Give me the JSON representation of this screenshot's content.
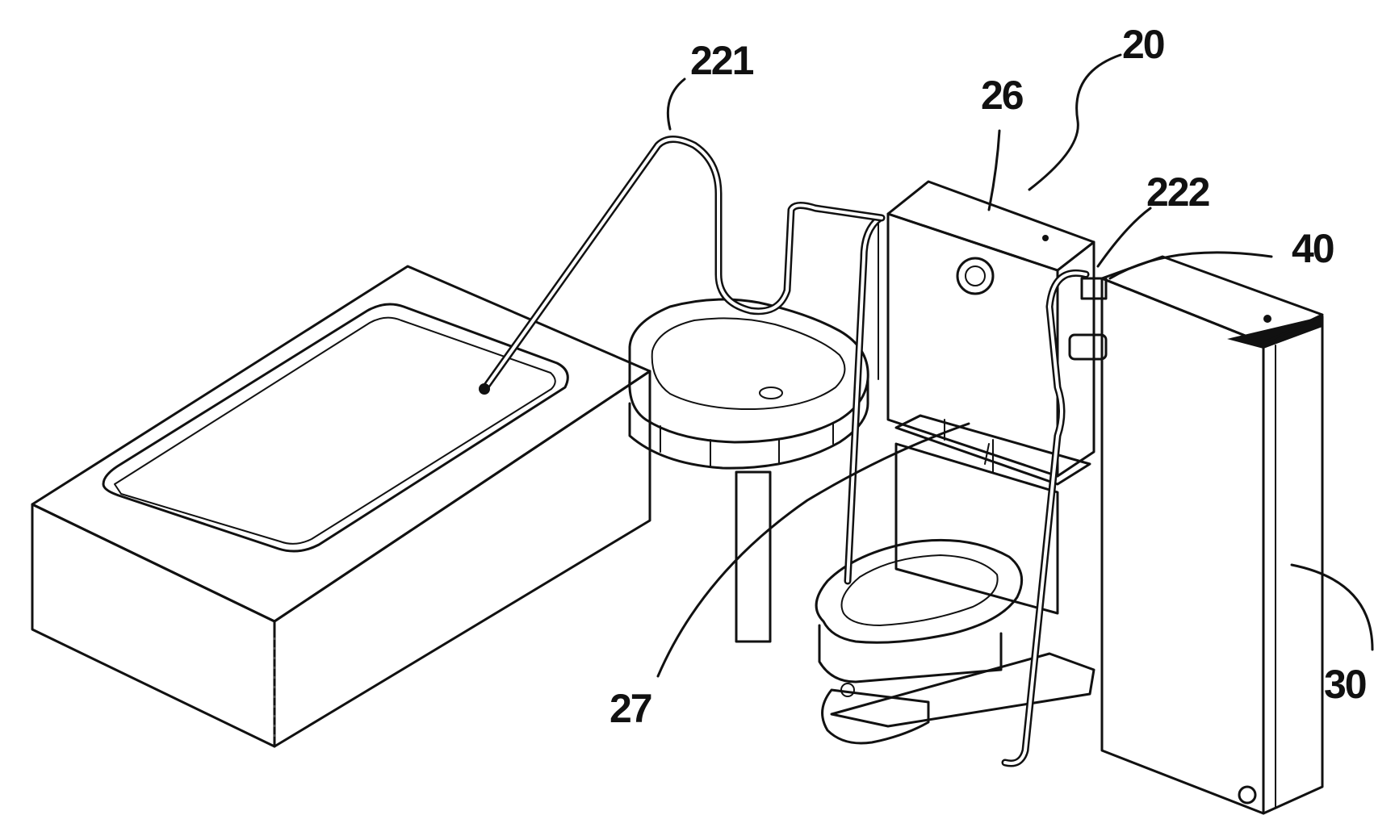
{
  "labels": {
    "shower_pipe": "221",
    "unit": "20",
    "button": "26",
    "connector": "222",
    "part_40": "40",
    "rail": "27",
    "tank": "30"
  }
}
